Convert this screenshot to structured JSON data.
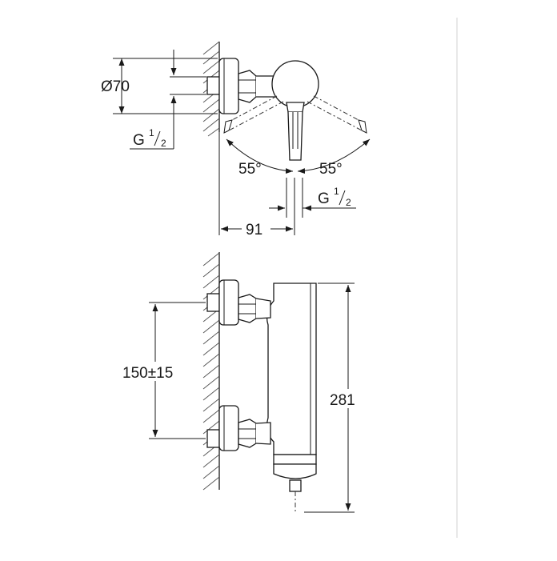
{
  "labels": {
    "diameter": "Ø70",
    "thread_top": "G",
    "thread_top_num": "1",
    "thread_top_den": "2",
    "angle_left": "55°",
    "angle_right": "55°",
    "thread_bottom": "G",
    "thread_bottom_num": "1",
    "thread_bottom_den": "2",
    "offset": "91",
    "spacing": "150±15",
    "height": "281"
  },
  "colors": {
    "ink": "#1a1a1a",
    "divider": "#d0d0d0"
  }
}
